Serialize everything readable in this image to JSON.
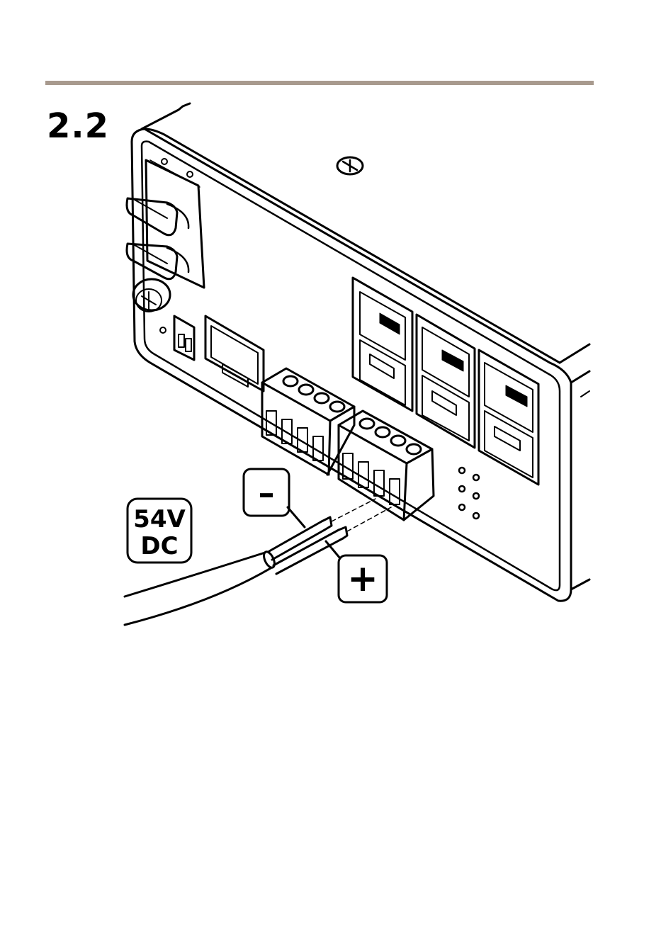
{
  "step_number": "2.2",
  "voltage_label": "54V",
  "current_type_label": "DC",
  "negative_symbol": "–",
  "positive_symbol": "+",
  "colors": {
    "rule": "#a89a8e",
    "line": "#000000",
    "background": "#ffffff"
  }
}
